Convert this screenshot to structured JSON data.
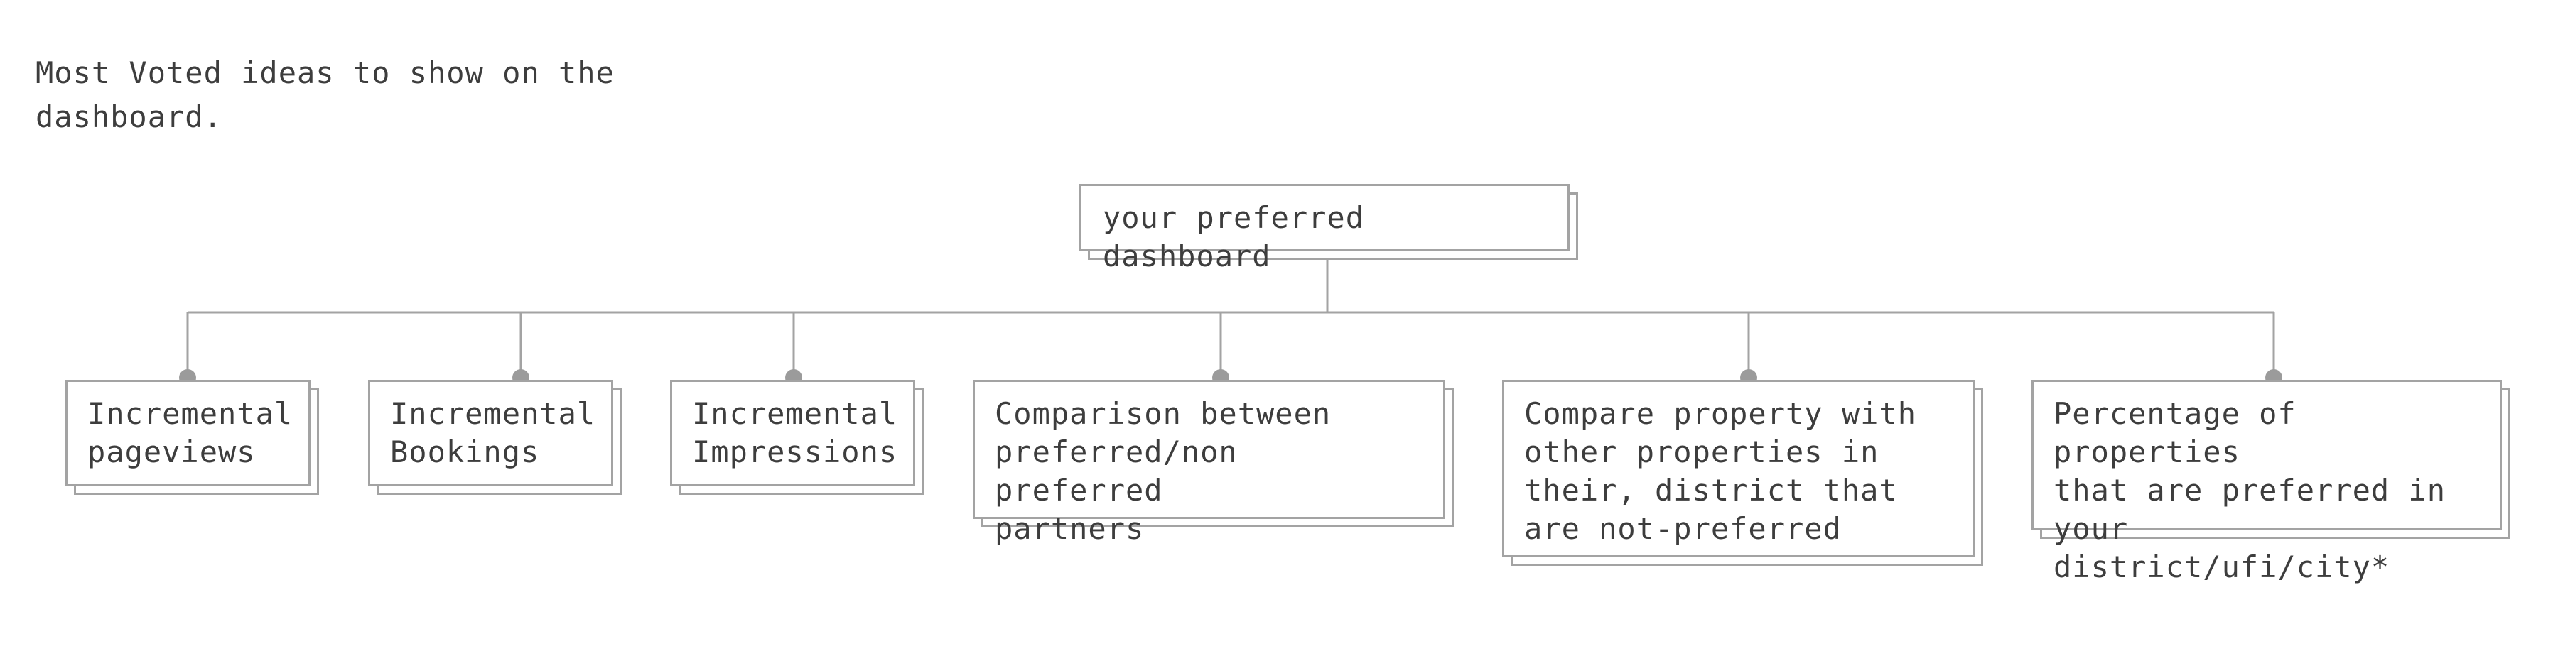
{
  "intro_text": "Most Voted ideas to show on the dashboard.",
  "diagram": {
    "root": {
      "label": "your preferred dashboard"
    },
    "children": [
      {
        "label": "Incremental\npageviews"
      },
      {
        "label": "Incremental\nBookings"
      },
      {
        "label": "Incremental\nImpressions"
      },
      {
        "label": "Comparison between\npreferred/non preferred\npartners"
      },
      {
        "label": "Compare property with\nother properties in\ntheir, district that\nare not-preferred"
      },
      {
        "label": "Percentage of properties\nthat are preferred in\nyour district/ufi/city*"
      }
    ],
    "colors": {
      "line": "#a3a3a3",
      "dot": "#9b9b9b",
      "text": "#3d3d3d"
    }
  }
}
